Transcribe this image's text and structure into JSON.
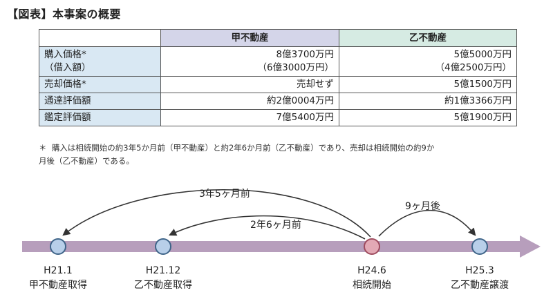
{
  "title": "【図表】本事案の概要",
  "table": {
    "headers": [
      "",
      "甲不動産",
      "乙不動産"
    ],
    "rows": [
      {
        "label": [
          "購入価格*",
          "（借入額）"
        ],
        "a": [
          "8億3700万円",
          "（6億3000万円）"
        ],
        "b": [
          "5億5000万円",
          "（4億2500万円）"
        ]
      },
      {
        "label": [
          "売却価格*"
        ],
        "a": [
          "売却せず"
        ],
        "b": [
          "5億1500万円"
        ]
      },
      {
        "label": [
          "通達評価額"
        ],
        "a": [
          "約2億0004万円"
        ],
        "b": [
          "約1億3366万円"
        ]
      },
      {
        "label": [
          "鑑定評価額"
        ],
        "a": [
          "7億5400万円"
        ],
        "b": [
          "5億1900万円"
        ]
      }
    ]
  },
  "footnote": {
    "mark": "＊",
    "line1": "購入は相続開始の約3年5か月前（甲不動産）と約2年6か月前（乙不動産）であり、売却は相続開始の約9か",
    "line2": "月後（乙不動産）である。"
  },
  "timeline": {
    "arrows": [
      "3年5ヶ月前",
      "2年6ヶ月前",
      "9ヶ月後"
    ],
    "events": [
      {
        "date": "H21.1",
        "label": "甲不動産取得",
        "color": "#b8cfe9"
      },
      {
        "date": "H21.12",
        "label": "乙不動産取得",
        "color": "#b8cfe9"
      },
      {
        "date": "H24.6",
        "label": "相続開始",
        "color": "#e3a9b5"
      },
      {
        "date": "H25.3",
        "label": "乙不動産譲渡",
        "color": "#b8cfe9"
      }
    ],
    "bar_color": "#b79ebc"
  }
}
